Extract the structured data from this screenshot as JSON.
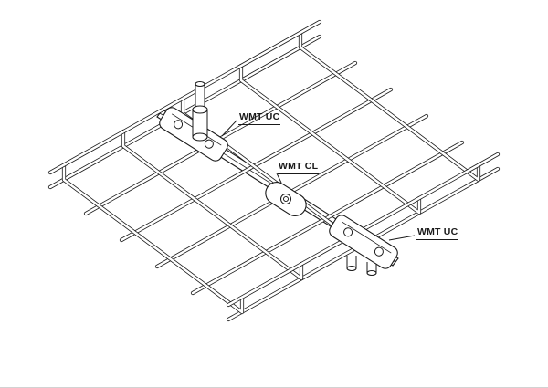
{
  "colors": {
    "line": "#1a1a1a",
    "background": "#ffffff"
  },
  "labels": {
    "uc_top": "WMT UC",
    "cl_center": "WMT CL",
    "uc_right": "WMT UC"
  }
}
